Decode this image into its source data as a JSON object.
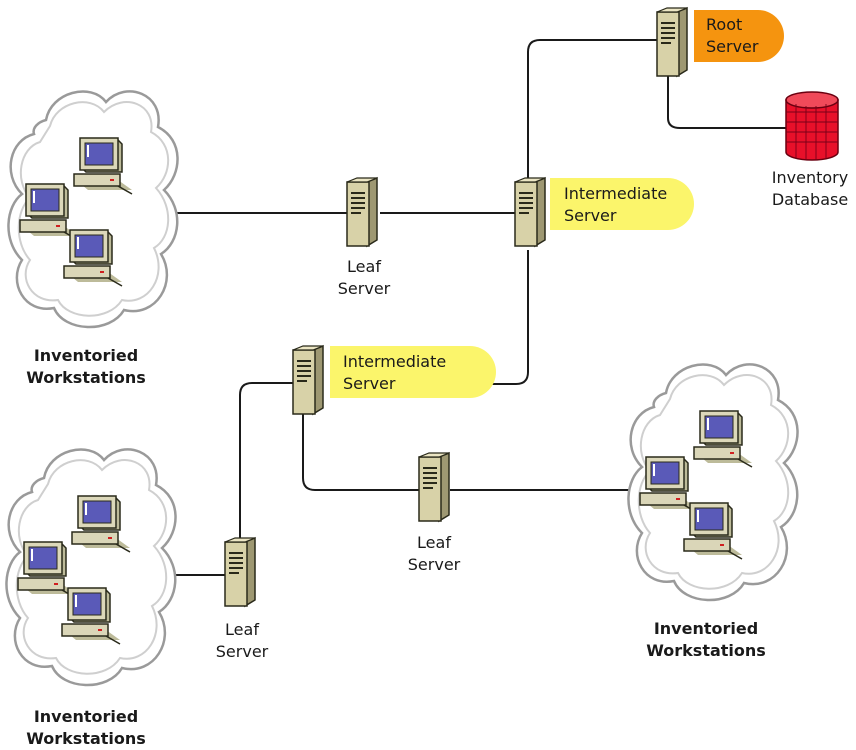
{
  "colors": {
    "connection_line": "#1a1a1a",
    "root_server_highlight": "#f5940f",
    "intermediate_server_highlight": "#fbf56b",
    "cloud_outline": "#9a9a9a",
    "database": "#e8102a",
    "server_body": "#cfc79a"
  },
  "root_server": {
    "label_line1": "Root",
    "label_line2": "Server",
    "icon": "server-tower-icon"
  },
  "inventory_database": {
    "label_line1": "Inventory",
    "label_line2": "Database",
    "icon": "database-cylinder-icon"
  },
  "intermediate_server_upper": {
    "label_line1": "Intermediate",
    "label_line2": "Server",
    "icon": "server-tower-icon"
  },
  "intermediate_server_lower": {
    "label_line1": "Intermediate",
    "label_line2": "Server",
    "icon": "server-tower-icon"
  },
  "leaf_server_top": {
    "label_line1": "Leaf",
    "label_line2": "Server",
    "icon": "server-tower-icon"
  },
  "leaf_server_middle": {
    "label_line1": "Leaf",
    "label_line2": "Server",
    "icon": "server-tower-icon"
  },
  "leaf_server_bottom": {
    "label_line1": "Leaf",
    "label_line2": "Server",
    "icon": "server-tower-icon"
  },
  "workstations_top_left": {
    "label_line1": "Inventoried",
    "label_line2": "Workstations",
    "icon": "workstation-cloud-icon"
  },
  "workstations_bottom_left": {
    "label_line1": "Inventoried",
    "label_line2": "Workstations",
    "icon": "workstation-cloud-icon"
  },
  "workstations_right": {
    "label_line1": "Inventoried",
    "label_line2": "Workstations",
    "icon": "workstation-cloud-icon"
  }
}
